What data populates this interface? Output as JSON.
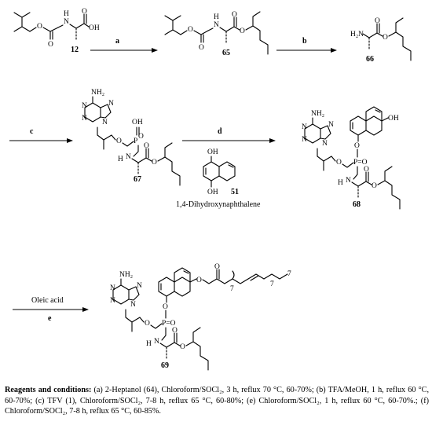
{
  "compounds": {
    "c12": "12",
    "c65": "65",
    "c66": "66",
    "c67": "67",
    "c68": "68",
    "c69": "69",
    "c51": "51"
  },
  "atoms": {
    "O": "O",
    "H": "H",
    "N": "N",
    "OH": "OH",
    "H2N": "H₂N",
    "NH2": "NH₂",
    "P": "P",
    "PO": "P=O",
    "n7": "7"
  },
  "steps": {
    "a": "a",
    "b": "b",
    "c": "c",
    "d": "d",
    "e": "e"
  },
  "reagent_names": {
    "dihydroxynaphthalene": "1,4-Dihydroxynaphthalene",
    "oleic_acid": "Oleic acid"
  },
  "caption": {
    "heading": "Reagents and conditions:",
    "text": " (a) 2-Heptanol (64), Chloroform/SOCl₂, 3 h, reflux 70 °C, 60-70%; (b) TFA/MeOH, 1 h, reflux 60 °C, 60-70%; (c) TFV (1), Chloroform/SOCl₂, 7-8 h, reflux 65 °C, 60-80%; (e) Chloroform/SOCl₂, 1 h, reflux 60 °C, 60-70%.; (f) Chloroform/SOCl₂, 7-8 h, reflux 65 °C, 60-85%."
  }
}
